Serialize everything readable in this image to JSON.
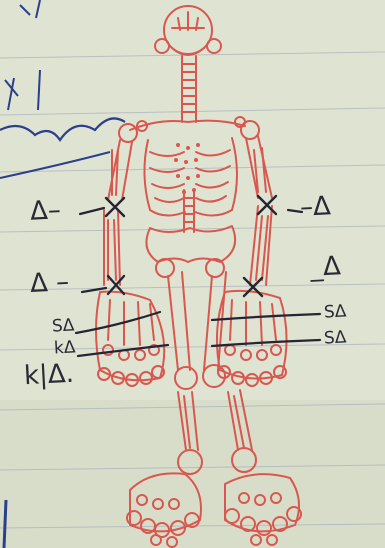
{
  "image": {
    "subject": "hand-drawn skeleton sketch on ruled paper",
    "colors": {
      "paper": "#dfe3d2",
      "sketch_red": "#d8584f",
      "pen_dark": "#262633",
      "ruled_line": "#9aa3b8",
      "margin_line": "#2c3f8a"
    }
  },
  "annotations": {
    "left_upper": "Δ–",
    "left_middle": "Δ –",
    "left_sa": "SΔ",
    "left_ka": "kΔ",
    "left_k_delta": "k|Δ.",
    "right_upper": "–Δ",
    "right_middle": "_Δ",
    "right_sa_upper": "SΔ",
    "right_sa_lower": "SΔ"
  }
}
